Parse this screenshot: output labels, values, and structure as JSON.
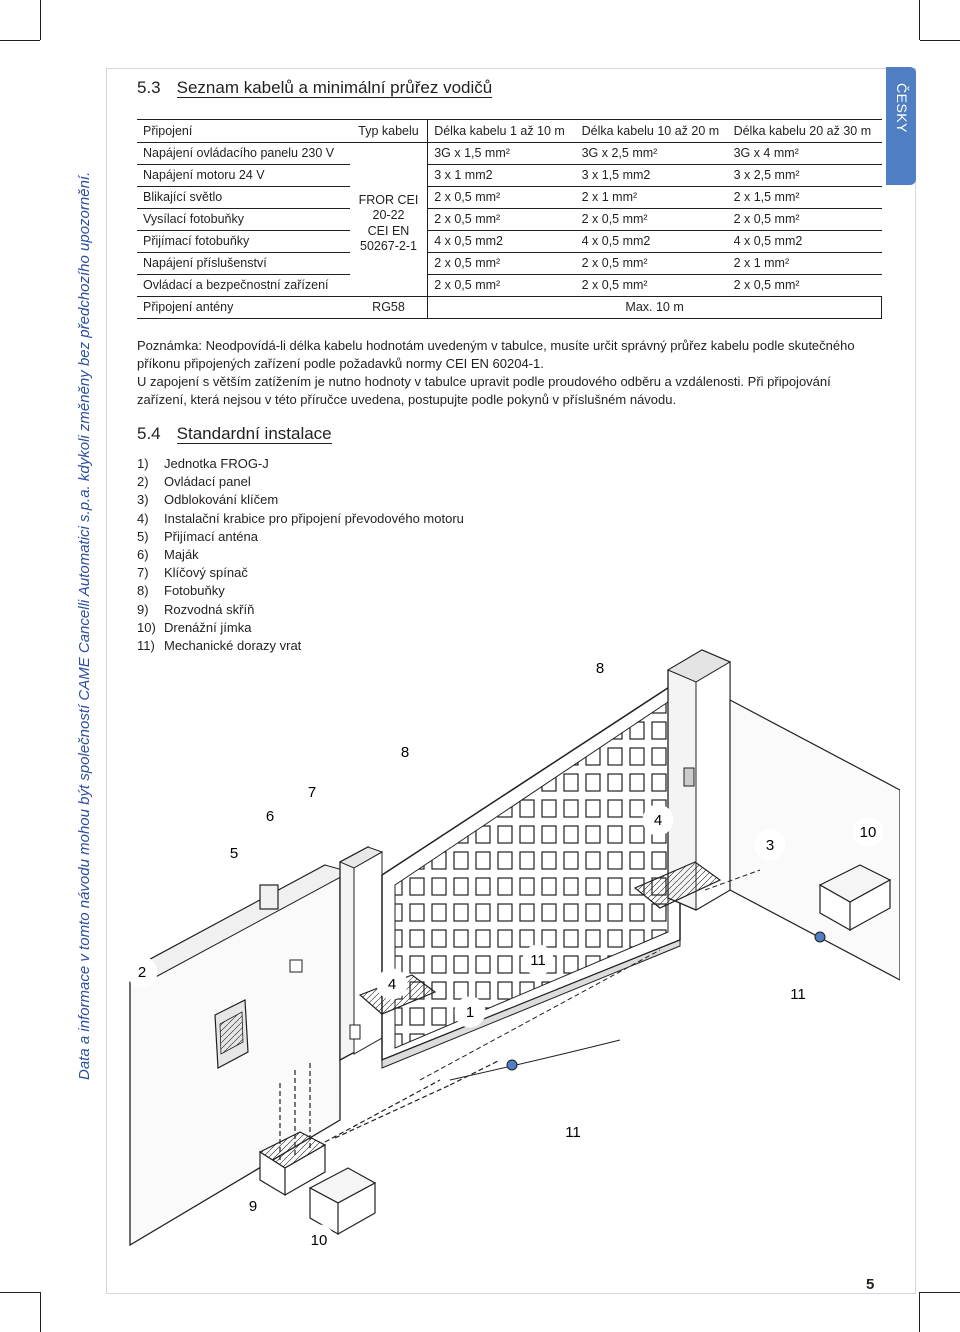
{
  "side_notice": "Data a informace v tomto návodu mohou být společností CAME Cancelli Automatici s.p.a. kdykoli změněny bez předchozího upozornění.",
  "language_tab": "ČESKY",
  "section_53": {
    "number": "5.3",
    "title": "Seznam kabelů a minimální průřez vodičů"
  },
  "table": {
    "headers": [
      "Připojení",
      "Typ kabelu",
      "Délka kabelu 1 až 10 m",
      "Délka kabelu 10 až 20 m",
      "Délka kabelu 20 až 30 m"
    ],
    "cable_type_merged": [
      "FROR CEI",
      "20-22",
      "CEI EN",
      "50267-2-1"
    ],
    "rows": [
      [
        "Napájení ovládacího panelu 230 V",
        "3G x 1,5 mm²",
        "3G x 2,5 mm²",
        "3G x 4 mm²"
      ],
      [
        "Napájení motoru 24 V",
        "3 x 1 mm2",
        "3 x 1,5 mm2",
        "3 x 2,5 mm²"
      ],
      [
        "Blikající světlo",
        "2 x 0,5 mm²",
        "2 x 1 mm²",
        "2 x 1,5 mm²"
      ],
      [
        "Vysílací fotobuňky",
        "2 x 0,5 mm²",
        "2 x 0,5 mm²",
        "2 x 0,5 mm²"
      ],
      [
        "Přijímací fotobuňky",
        "4 x 0,5 mm2",
        "4 x 0,5 mm2",
        "4 x 0,5 mm2"
      ],
      [
        "Napájení příslušenství",
        "2 x 0,5 mm²",
        "2 x 0,5 mm²",
        "2 x 1 mm²"
      ],
      [
        "Ovládací a bezpečnostní zařízení",
        "2 x 0,5 mm²",
        "2 x 0,5 mm²",
        "2 x 0,5 mm²"
      ]
    ],
    "antenna_row": {
      "label": "Připojení antény",
      "type": "RG58",
      "length": "Max. 10 m"
    }
  },
  "note": [
    "Poznámka: Neodpovídá-li délka kabelu hodnotám uvedeným v tabulce, musíte určit správný průřez kabelu podle skutečného příkonu připojených zařízení podle požadavků normy CEI EN 60204-1.",
    "U zapojení s větším zatížením je nutno hodnoty v tabulce upravit podle proudového odběru a vzdálenosti. Při připojování zařízení, která nejsou v této příručce uvedena, postupujte podle pokynů v příslušném návodu."
  ],
  "section_54": {
    "number": "5.4",
    "title": "Standardní instalace"
  },
  "legend": [
    {
      "n": "1)",
      "text": "Jednotka FROG-J"
    },
    {
      "n": "2)",
      "text": "Ovládací panel"
    },
    {
      "n": "3)",
      "text": "Odblokování klíčem"
    },
    {
      "n": "4)",
      "text": "Instalační krabice pro připojení převodového motoru"
    },
    {
      "n": "5)",
      "text": "Přijímací anténa"
    },
    {
      "n": "6)",
      "text": "Maják"
    },
    {
      "n": "7)",
      "text": "Klíčový spínač"
    },
    {
      "n": "8)",
      "text": "Fotobuňky"
    },
    {
      "n": "9)",
      "text": "Rozvodná skříň"
    },
    {
      "n": "10)",
      "text": "Drenážní jímka"
    },
    {
      "n": "11)",
      "text": "Mechanické dorazy vrat"
    }
  ],
  "callouts": [
    "1",
    "2",
    "3",
    "4",
    "4",
    "5",
    "6",
    "7",
    "8",
    "8",
    "9",
    "10",
    "10",
    "11",
    "11",
    "11"
  ],
  "page_number": "5",
  "colors": {
    "accent_blue": "#4f7fc2",
    "side_text_blue": "#2b4f9e",
    "ink": "#231f20"
  }
}
